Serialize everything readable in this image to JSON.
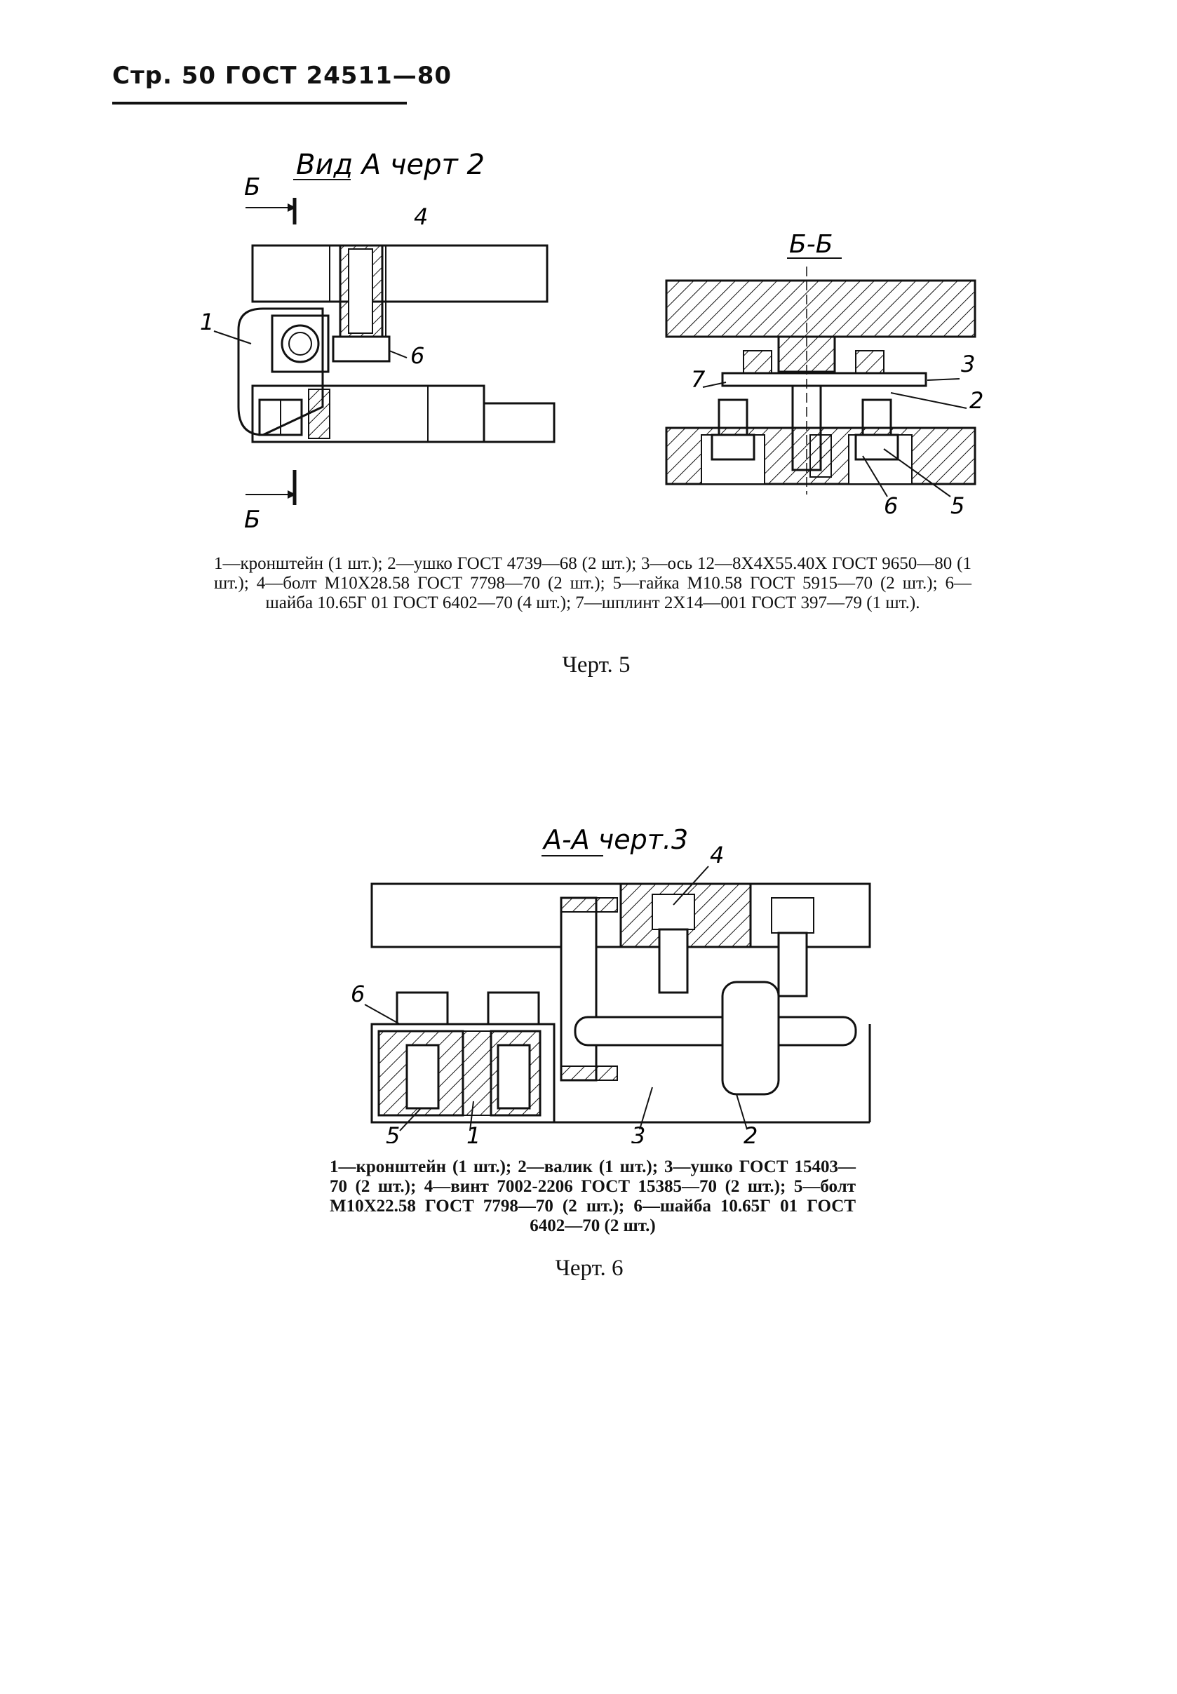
{
  "header": {
    "page_label": "Стр. 50 ГОСТ 24511—80"
  },
  "figure5": {
    "view_a_title": "Вид А черт 2",
    "section_mark_top": "Б",
    "section_mark_bottom": "Б",
    "section_title": "Б-Б",
    "callouts_view": [
      "1",
      "4",
      "6"
    ],
    "callouts_section": [
      "3",
      "2",
      "7",
      "6",
      "5"
    ],
    "caption": "1—кронштейн (1 шт.); 2—ушко ГОСТ 4739—68 (2 шт.); 3—ось 12—8Х4Х55.40Х ГОСТ 9650—80 (1 шт.); 4—болт М10Х28.58 ГОСТ 7798—70 (2 шт.); 5—гайка М10.58 ГОСТ 5915—70 (2 шт.); 6—шайба 10.65Г 01 ГОСТ 6402—70 (4 шт.); 7—шплинт 2Х14—001 ГОСТ 397—79 (1 шт.).",
    "title": "Черт. 5"
  },
  "figure6": {
    "section_title": "А-А черт.3",
    "callouts": [
      "4",
      "6",
      "5",
      "1",
      "3",
      "2"
    ],
    "caption": "1—кронштейн (1 шт.); 2—валик (1 шт.); 3—ушко ГОСТ 15403—70 (2 шт.); 4—винт 7002-2206 ГОСТ 15385—70 (2 шт.); 5—болт М10Х22.58 ГОСТ 7798—70 (2 шт.); 6—шайба 10.65Г 01 ГОСТ 6402—70 (2 шт.)",
    "title": "Черт. 6"
  }
}
